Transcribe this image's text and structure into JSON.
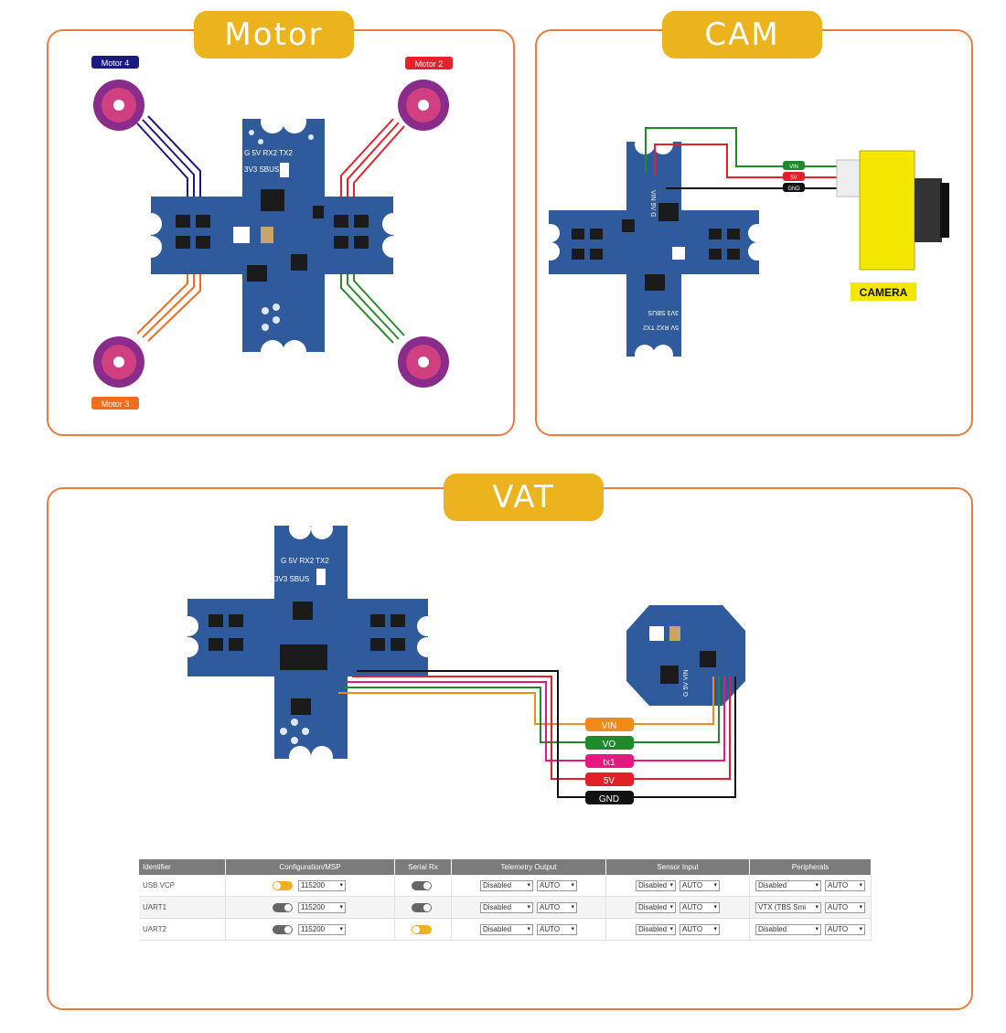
{
  "panels": {
    "motor": {
      "title": "Motor"
    },
    "cam": {
      "title": "CAM"
    },
    "vat": {
      "title": "VAT"
    }
  },
  "motor_labels": {
    "m1": "Motor 4",
    "m2": "Motor 2",
    "m3": "Motor 3"
  },
  "board_labels": {
    "row1": "G  5V  RX2 TX2",
    "row2": "3V3  SBUS",
    "bottom": "G 5V VIN",
    "cam_row1": "5V RX2 TX2",
    "cam_row2": "3V3 SBUS",
    "cam_pads": "VIN 5V G",
    "vtx_pads": "G 5V VIN"
  },
  "cam_wires": [
    "VIN",
    "5V",
    "GND"
  ],
  "camera_label": "CAMERA",
  "vat_wires": [
    "VIN",
    "VO",
    "tx1",
    "5V",
    "GND"
  ],
  "colors": {
    "motor4": "#1a1a80",
    "motor2": "#e8202a",
    "motor3": "#f26c1d",
    "motor1": "#2c8a2c",
    "vin": "#f08a1d",
    "vo": "#1f8a2c",
    "tx1": "#e5197f",
    "v5": "#e1202a",
    "gnd": "#111111",
    "board": "#2f5a9c",
    "accent": "#ebb41e",
    "border": "#ec7c3b"
  },
  "config_table": {
    "headers": [
      "Identifier",
      "Configuration/MSP",
      "Serial Rx",
      "Telemetry Output",
      "Sensor Input",
      "Peripherals"
    ],
    "rows": [
      {
        "id": "USB VCP",
        "msp_on": true,
        "baud": "115200",
        "rx_on": false,
        "tel": "Disabled",
        "tel_auto": "AUTO",
        "sen": "Disabled",
        "sen_auto": "AUTO",
        "per": "Disabled",
        "per_auto": "AUTO"
      },
      {
        "id": "UART1",
        "msp_on": false,
        "baud": "115200",
        "rx_on": false,
        "tel": "Disabled",
        "tel_auto": "AUTO",
        "sen": "Disabled",
        "sen_auto": "AUTO",
        "per": "VTX (TBS Smi",
        "per_auto": "AUTO"
      },
      {
        "id": "UART2",
        "msp_on": false,
        "baud": "115200",
        "rx_on": true,
        "tel": "Disabled",
        "tel_auto": "AUTO",
        "sen": "Disabled",
        "sen_auto": "AUTO",
        "per": "Disabled",
        "per_auto": "AUTO"
      }
    ]
  }
}
